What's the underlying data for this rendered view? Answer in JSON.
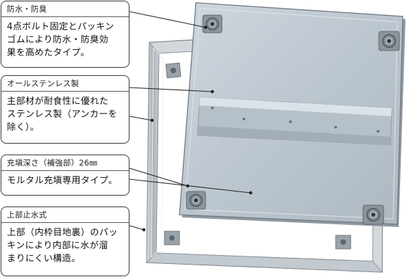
{
  "callouts": [
    {
      "title": "防水・防臭",
      "lines": [
        "4点ボルト固定とパッキン",
        "ゴムにより防水・防臭効",
        "果を高めたタイプ。"
      ]
    },
    {
      "title": "オールステンレス製",
      "lines": [
        "主部材が耐食性に優れた",
        "ステンレス製（アンカーを",
        "除く）。"
      ]
    },
    {
      "title": "充塡深さ（補強部）26㎜",
      "lines": [
        "モルタル充塡専用タイプ。"
      ]
    },
    {
      "title": "上部止水式",
      "lines": [
        "上部（内枠目地裏）のパッ",
        "キンにより内部に水が溜",
        "まりにくい構造。"
      ]
    }
  ],
  "colors": {
    "panel": "#c3cdd5",
    "frame": "#b8c0c7",
    "leader": "#222222",
    "box_border": "#333333"
  },
  "icons": [
    "bolt-icon",
    "anchor-hole-icon"
  ]
}
